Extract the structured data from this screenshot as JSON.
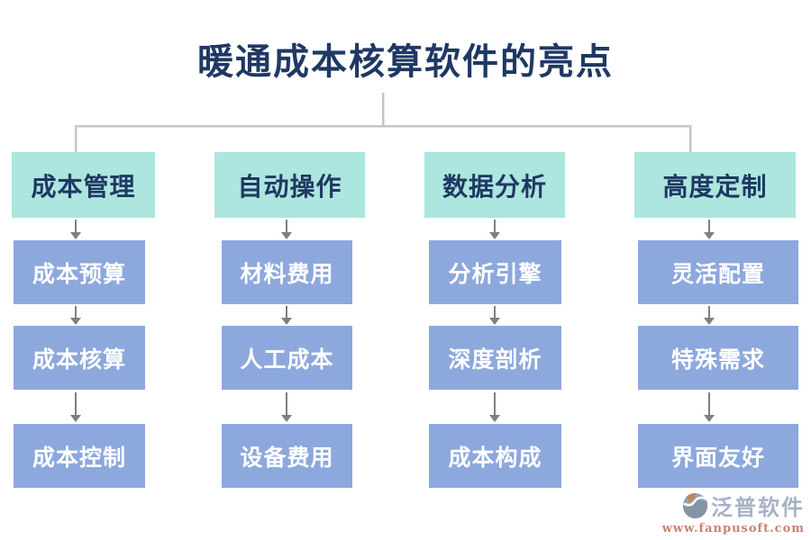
{
  "title": "暖通成本核算软件的亮点",
  "columns": [
    {
      "header": "成本管理",
      "items": [
        "成本预算",
        "成本核算",
        "成本控制"
      ]
    },
    {
      "header": "自动操作",
      "items": [
        "材料费用",
        "人工成本",
        "设备费用"
      ]
    },
    {
      "header": "数据分析",
      "items": [
        "分析引擎",
        "深度剖析",
        "成本构成"
      ]
    },
    {
      "header": "高度定制",
      "items": [
        "灵活配置",
        "特殊需求",
        "界面友好"
      ]
    }
  ],
  "watermark": {
    "brand": "泛普软件",
    "url": "www.fanpusoft.com"
  },
  "colors": {
    "title_text": "#1f3864",
    "header_bg": "#ace6de",
    "header_text": "#1f3864",
    "item_bg": "#8da8dc",
    "item_text": "#ffffff",
    "connector_line": "#c6c6c6",
    "arrow": "#7f7f7f",
    "watermark_brand": "#a7b2c6",
    "watermark_url": "#cd8170",
    "logo_body": "#96a3b2",
    "logo_wedge": "#c0875f"
  }
}
